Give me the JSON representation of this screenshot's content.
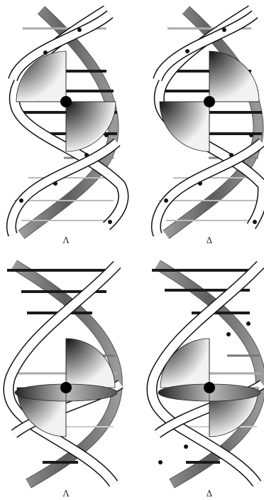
{
  "labels": {
    "top_left": "Λ",
    "top_right": "Δ",
    "bottom_left": "Λ",
    "bottom_right": "Δ"
  },
  "colors": {
    "strand_outline": "#111111",
    "strand_back": "#7a7a7a",
    "strand_front": "#ffffff",
    "base_pair": "#1a1a1a",
    "metal_center": "#000000"
  }
}
